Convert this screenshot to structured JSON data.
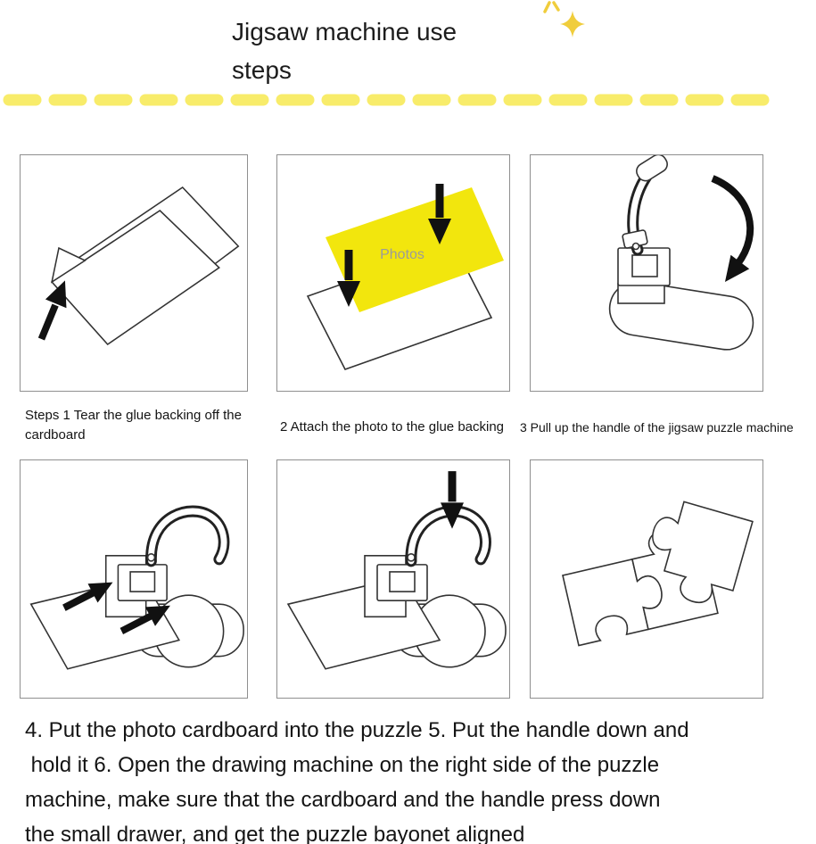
{
  "header": {
    "title": "Jigsaw machine use\nsteps",
    "divider_color": "#f8ec6a",
    "sparkle_color": "#f0cd3c"
  },
  "captions": {
    "step1": "Steps 1 Tear the glue backing off the\ncardboard",
    "step2": "2 Attach the photo to the glue backing",
    "step3": "3 Pull up the handle of the jigsaw puzzle machine"
  },
  "footer": {
    "steps_text": "4. Put the photo cardboard into the puzzle 5. Put the handle down and\n hold it 6. Open the drawing machine on the right side of the puzzle\nmachine, make sure that the cardboard and the handle press down\nthe small drawer, and get the puzzle bayonet aligned"
  },
  "illustrations": {
    "photo_label": "Photos",
    "photo_fill": "#f2e60d",
    "photo_label_color": "#9b9b9b",
    "line_color": "#333333"
  }
}
